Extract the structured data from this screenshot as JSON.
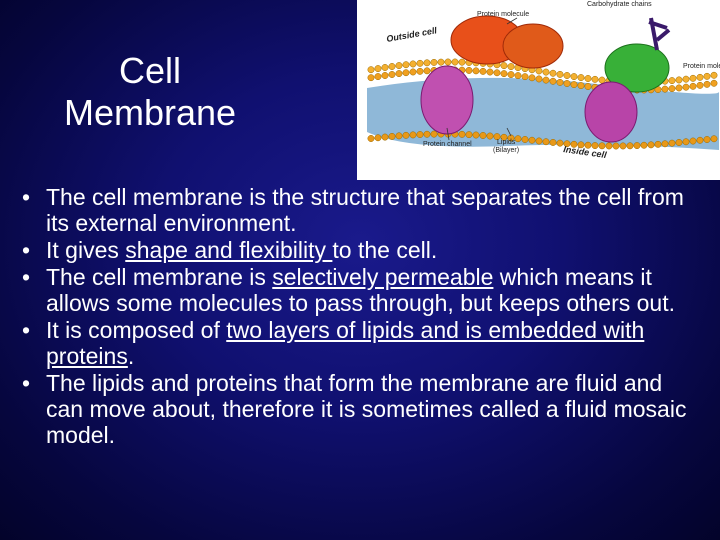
{
  "slide": {
    "title_line1": "Cell",
    "title_line2": "Membrane",
    "colors": {
      "background": "#10106e",
      "text": "#ffffff"
    }
  },
  "figure": {
    "labels": {
      "carbohydrate_chains": "Carbohydrate chains",
      "protein_molecule": "Protein molecule",
      "outside_cell": "Outside cell",
      "protein_channel": "Protein channel",
      "lipids": "Lipids",
      "bilayer": "(Bilayer)",
      "inside_cell": "Inside cell"
    }
  },
  "bullets": [
    {
      "text": "The cell membrane is the structure that separates the cell from its external environment."
    },
    {
      "pre": "It gives ",
      "u": "shape and flexibility ",
      "post": "to the cell."
    },
    {
      "pre": "The cell membrane is ",
      "u": "selectively permeable",
      "post": " which means it allows some molecules to pass through, but keeps others out."
    },
    {
      "pre": "It is composed of ",
      "u": "two layers of lipids and is embedded with proteins",
      "post": "."
    },
    {
      "text": "The lipids and proteins that form the membrane are fluid and can move about, therefore it is sometimes called a fluid mosaic model."
    }
  ]
}
